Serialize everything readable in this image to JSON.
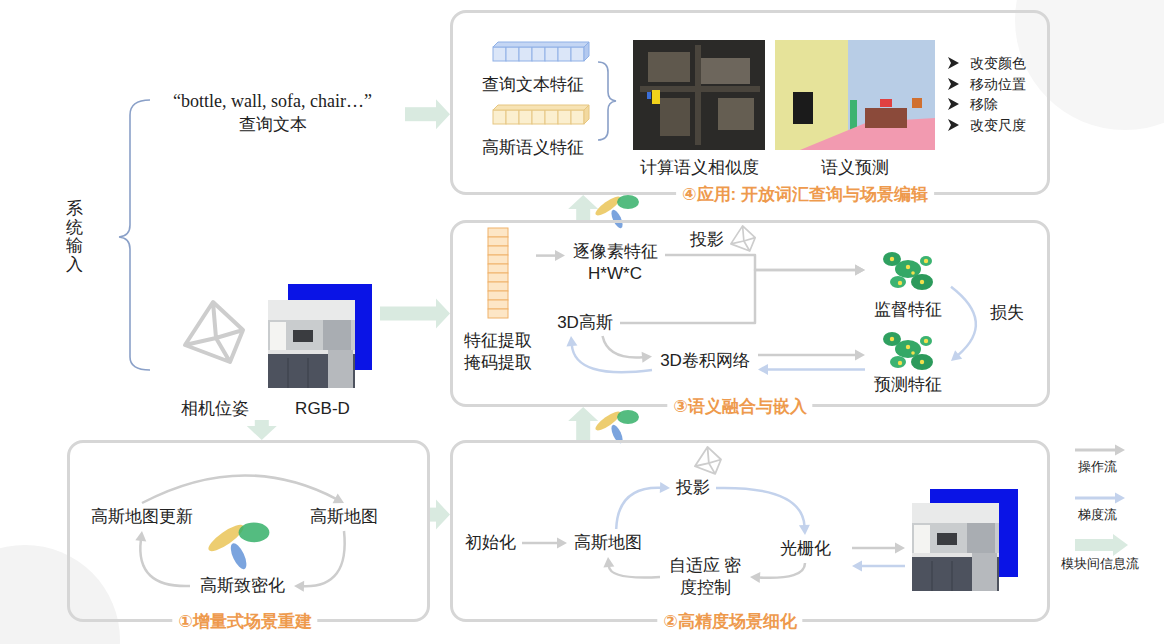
{
  "diagram": {
    "nodes": [
      {
        "text": [
          "“bottle, wall, sofa, chair…”",
          "查询文本"
        ]
      },
      {
        "text": [
          "相机位姿",
          "RGB-D"
        ]
      },
      {
        "text": [
          "④应用: 开放词汇查询与场景编辑"
        ]
      },
      {
        "text": [
          "查询文本特征"
        ],
        "in": 2
      },
      {
        "text": [
          "高斯语义特征"
        ],
        "in": 2
      },
      {
        "text": [
          "③语义融合与嵌入"
        ]
      },
      {
        "text": [
          "特征提取 掩码提取"
        ],
        "in": 5
      },
      {
        "text": [
          "逐像素特征 H*W*C"
        ],
        "in": 5
      },
      {
        "text": [
          "3D高斯"
        ],
        "in": 5
      },
      {
        "text": [
          "3D卷积网络"
        ],
        "in": 5
      },
      {
        "text": [
          "监督特征"
        ],
        "in": 5
      },
      {
        "text": [
          "预测特征"
        ],
        "in": 5
      },
      {
        "text": [
          "①增量式场景重建"
        ]
      },
      {
        "text": [
          "高斯地图更新"
        ],
        "in": 12
      },
      {
        "text": [
          "高斯地图"
        ],
        "in": 12
      },
      {
        "text": [
          "高斯致密化"
        ],
        "in": 12
      },
      {
        "text": [
          "②高精度场景细化"
        ]
      },
      {
        "text": [
          "初始化"
        ],
        "in": 16
      },
      {
        "text": [
          "高斯地图"
        ],
        "in": 16
      },
      {
        "text": [
          "投影"
        ],
        "in": 16
      },
      {
        "text": [
          "光栅化"
        ],
        "in": 16
      },
      {
        "text": [
          "自适应 密度控制"
        ],
        "in": 16
      }
    ],
    "edges": [
      {
        "from": 0,
        "to": 2,
        "arrow": "to"
      },
      {
        "from": 1,
        "to": 5,
        "arrow": "to"
      },
      {
        "from": 1,
        "to": 12,
        "arrow": "to"
      },
      {
        "from": 12,
        "to": 16,
        "arrow": "to"
      },
      {
        "from": 16,
        "to": 5,
        "arrow": "to"
      },
      {
        "from": 5,
        "to": 2,
        "arrow": "to"
      },
      {
        "from": 6,
        "to": 7,
        "arrow": "to"
      },
      {
        "from": 7,
        "to": 10,
        "label": "投影",
        "arrow": "to"
      },
      {
        "from": 8,
        "to": 10,
        "arrow": "to"
      },
      {
        "from": 8,
        "to": 9,
        "arrow": "to"
      },
      {
        "from": 9,
        "to": 8,
        "arrow": "to"
      },
      {
        "from": 9,
        "to": 11,
        "arrow": "to"
      },
      {
        "from": 11,
        "to": 9,
        "arrow": "to"
      },
      {
        "from": 10,
        "to": 11,
        "label": "损失",
        "arrow": "to"
      },
      {
        "from": 13,
        "to": 14,
        "arrow": "to"
      },
      {
        "from": 14,
        "to": 15,
        "arrow": "to"
      },
      {
        "from": 15,
        "to": 13,
        "arrow": "to"
      },
      {
        "from": 17,
        "to": 18,
        "arrow": "to"
      },
      {
        "from": 18,
        "to": 19,
        "arrow": "to"
      },
      {
        "from": 19,
        "to": 20,
        "arrow": "to"
      },
      {
        "from": 20,
        "to": 21,
        "arrow": "to"
      },
      {
        "from": 21,
        "to": 18,
        "arrow": "to"
      }
    ],
    "labels": [
      "系统输入",
      "计算语义相似度",
      "语义预测",
      "改变颜色",
      "移动位置",
      "移除",
      "改变尺度"
    ],
    "legend": [
      {
        "text": "操作流"
      },
      {
        "text": "梯度流"
      },
      {
        "text": "模块间信息流"
      }
    ]
  }
}
